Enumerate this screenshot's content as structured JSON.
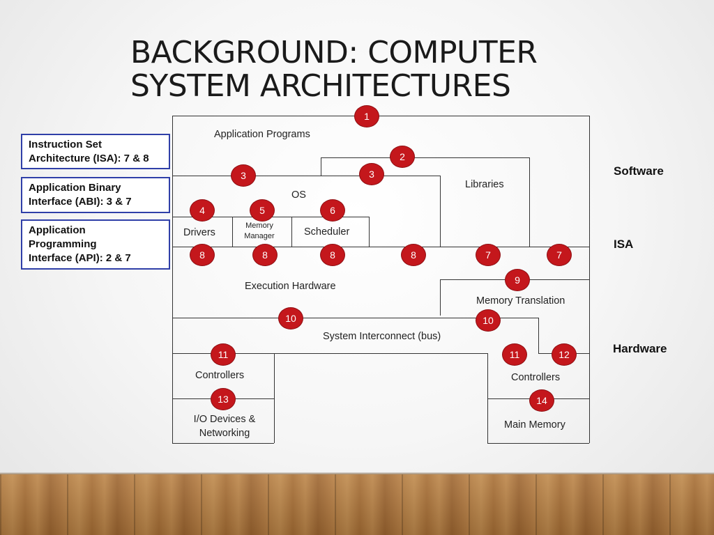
{
  "title": {
    "line1": "BACKGROUND: COMPUTER",
    "line2": "SYSTEM ARCHITECTURES"
  },
  "interfaces": [
    {
      "line1": "Instruction Set",
      "line2": "Architecture (ISA): 7 & 8"
    },
    {
      "line1": "Application Binary",
      "line2": "Interface (ABI): 3 & 7"
    },
    {
      "line1": "Application",
      "line2": "Programming",
      "line3": "Interface (API): 2 & 7"
    }
  ],
  "layers": {
    "software": "Software",
    "isa": "ISA",
    "hardware": "Hardware"
  },
  "blocks": {
    "application_programs": "Application Programs",
    "libraries": "Libraries",
    "os": "OS",
    "drivers": "Drivers",
    "memory_manager_1": "Memory",
    "memory_manager_2": "Manager",
    "scheduler": "Scheduler",
    "execution_hardware": "Execution Hardware",
    "memory_translation": "Memory Translation",
    "system_interconnect": "System Interconnect (bus)",
    "controllers_left": "Controllers",
    "controllers_right": "Controllers",
    "io_devices_1": "I/O Devices &",
    "io_devices_2": "Networking",
    "main_memory": "Main Memory"
  },
  "badges": [
    "1",
    "2",
    "3",
    "3",
    "4",
    "5",
    "6",
    "8",
    "8",
    "8",
    "8",
    "7",
    "7",
    "9",
    "10",
    "10",
    "11",
    "11",
    "12",
    "13",
    "14"
  ],
  "colors": {
    "badge": "#c4171c",
    "interface_border": "#2f3fa8"
  }
}
